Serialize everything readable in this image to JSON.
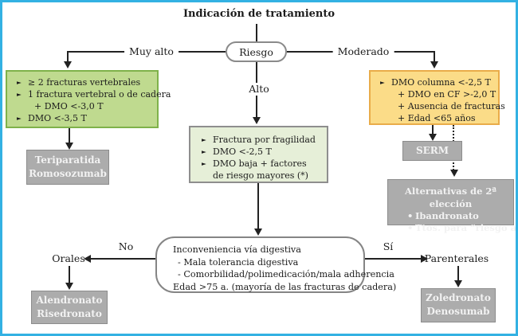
{
  "title": "Indicación de tratamiento",
  "risk": {
    "label": "Riesgo"
  },
  "edge_labels": {
    "very_high": "Muy alto",
    "high": "Alto",
    "moderate": "Moderado",
    "no": "No",
    "yes": "Sí",
    "oral": "Orales",
    "parenteral": "Parenterales"
  },
  "colors": {
    "frame_blue": "#33B1E3",
    "green_fill": "#BFDA8F",
    "green_border": "#7FB24A",
    "pale_green_fill": "#E6EFD8",
    "yellow_fill": "#FBDC88",
    "yellow_border": "#E9AC49",
    "gray_fill": "#ACACAC",
    "line": "#222222"
  },
  "boxes": {
    "very_high": {
      "lines": [
        {
          "bullet": "►",
          "text": "≥ 2 fracturas vertebrales"
        },
        {
          "bullet": "►",
          "text": "1 fractura vertebral o de cadera"
        },
        {
          "bullet": "",
          "text": "+ DMO <-3,0 T"
        },
        {
          "bullet": "►",
          "text": "DMO <-3,5 T"
        }
      ]
    },
    "high": {
      "lines": [
        {
          "bullet": "►",
          "text": "Fractura por fragilidad"
        },
        {
          "bullet": "►",
          "text": "DMO <-2,5 T"
        },
        {
          "bullet": "►",
          "text": "DMO baja + factores"
        },
        {
          "bullet": "",
          "text": "de riesgo mayores (*)"
        }
      ]
    },
    "moderate": {
      "lines": [
        {
          "bullet": "►",
          "text": "DMO columna <-2,5 T"
        },
        {
          "bullet": "",
          "text": "+ DMO en CF >-2,0 T"
        },
        {
          "bullet": "",
          "text": "+ Ausencia de fracturas"
        },
        {
          "bullet": "",
          "text": "+ Edad <65 años"
        }
      ]
    },
    "digestive": {
      "lines": [
        "Inconveniencia vía digestiva",
        "- Mala tolerancia digestiva",
        "- Comorbilidad/polimedicación/mala adherencia",
        "Edad >75 a. (mayoría de las fracturas de cadera)"
      ]
    },
    "teriparatida": {
      "lines": [
        "Teriparatida",
        "Romosozumab"
      ]
    },
    "serm": {
      "label": "SERM"
    },
    "alternatives": {
      "title": "Alternativas de 2ª elección",
      "bullet": "•",
      "items": [
        "Ibandronato",
        "Ttos. para “riesgo alto”"
      ]
    },
    "alendronato": {
      "lines": [
        "Alendronato",
        "Risedronato"
      ]
    },
    "zoledronato": {
      "lines": [
        "Zoledronato",
        "Denosumab"
      ]
    }
  }
}
